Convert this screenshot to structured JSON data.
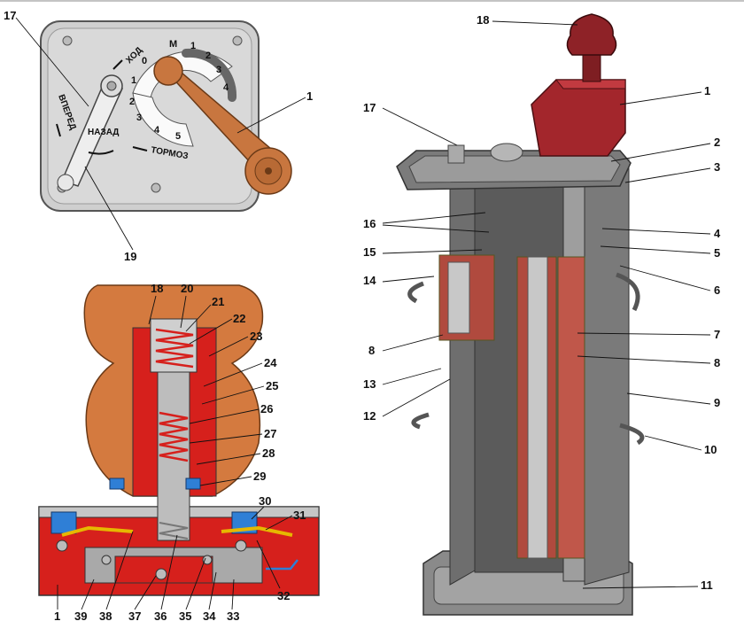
{
  "dial_labels": {
    "m": "М",
    "forward": [
      "1",
      "2",
      "3",
      "4"
    ],
    "zero": "0",
    "reverse": [
      "1",
      "2",
      "3",
      "4",
      "5"
    ]
  },
  "direction_labels": {
    "hod": "ХОД",
    "tormoz": "ТОРМОЗ",
    "nazad": "НАЗАД",
    "vpered": "ВПЕРЕД"
  },
  "callouts": {
    "n1": "1",
    "n2": "2",
    "n3": "3",
    "n4": "4",
    "n5": "5",
    "n6": "6",
    "n7": "7",
    "n8": "8",
    "n9": "9",
    "n10": "10",
    "n11": "11",
    "n12": "12",
    "n13": "13",
    "n14": "14",
    "n15": "15",
    "n16": "16",
    "n17": "17",
    "n18": "18",
    "n19": "19",
    "n20": "20",
    "n21": "21",
    "n22": "22",
    "n23": "23",
    "n24": "24",
    "n25": "25",
    "n26": "26",
    "n27": "27",
    "n28": "28",
    "n29": "29",
    "n30": "30",
    "n31": "31",
    "n32": "32",
    "n33": "33",
    "n34": "34",
    "n35": "35",
    "n36": "36",
    "n37": "37",
    "n38": "38",
    "n39": "39"
  }
}
